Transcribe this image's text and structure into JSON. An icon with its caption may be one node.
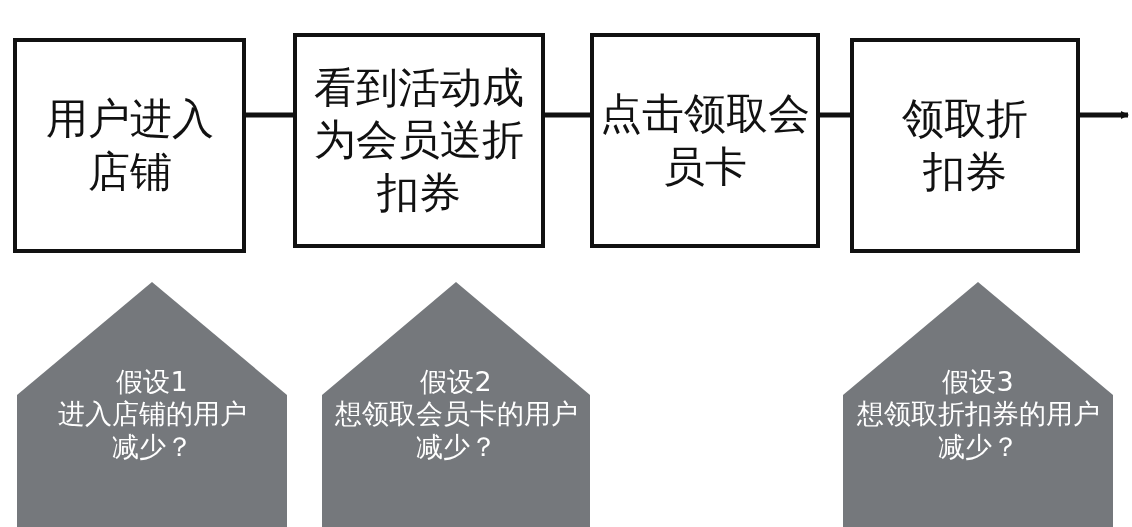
{
  "diagram": {
    "nodes": [
      {
        "text": [
          "用户进入店铺"
        ]
      },
      {
        "text": [
          "看到活动成为会员送折扣券"
        ]
      },
      {
        "text": [
          "点击领取会员卡"
        ]
      },
      {
        "text": [
          "领取折扣券"
        ]
      },
      {
        "text": [
          "假设1",
          "进入店铺的用户减少？"
        ]
      },
      {
        "text": [
          "假设2",
          "想领取会员卡的用户减少？"
        ]
      },
      {
        "text": [
          "假设3",
          "想领取折扣券的用户减少？"
        ]
      }
    ],
    "edges": [
      {
        "from": 0,
        "to": 1,
        "arrow": "none"
      },
      {
        "from": 1,
        "to": 2,
        "arrow": "none"
      },
      {
        "from": 2,
        "to": 3,
        "arrow": "none"
      },
      {
        "from": 3,
        "to": null,
        "arrow": "to"
      }
    ]
  }
}
